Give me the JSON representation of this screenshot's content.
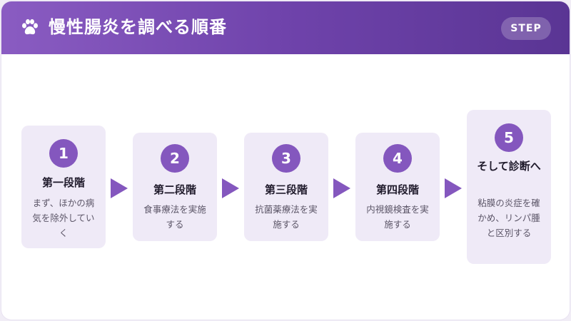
{
  "header": {
    "title": "慢性腸炎を調べる順番",
    "badge": "STEP",
    "icon": "paw-icon"
  },
  "steps": [
    {
      "number": "1",
      "title": "第一段階",
      "desc": "まず、ほかの病気を除外していく"
    },
    {
      "number": "2",
      "title": "第二段階",
      "desc": "食事療法を実施する"
    },
    {
      "number": "3",
      "title": "第三段階",
      "desc": "抗菌薬療法を実施する"
    },
    {
      "number": "4",
      "title": "第四段階",
      "desc": "内視鏡検査を実施する"
    },
    {
      "number": "5",
      "title": "そして診断へ",
      "desc": "粘膜の炎症を確かめ、リンパ腫と区別する"
    }
  ],
  "colors": {
    "accent": "#8457be",
    "header_start": "#8a5cc2",
    "header_end": "#5a3594",
    "step_bg": "#efeaf7"
  }
}
